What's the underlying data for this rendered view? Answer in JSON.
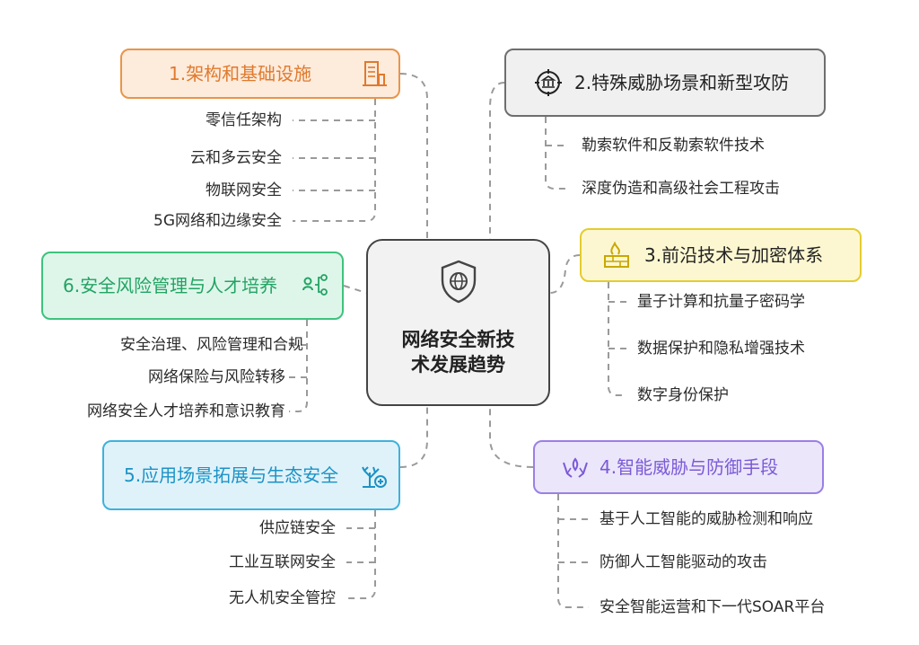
{
  "center": {
    "title": "网络安全新技术发展趋势",
    "icon": "shield-globe-icon"
  },
  "branches": [
    {
      "id": "b1",
      "label": "1.架构和基础设施",
      "icon": "building-icon",
      "color": "#e8954a",
      "fill": "#fdebdc",
      "text": "#e07a2c",
      "items": [
        "零信任架构",
        "云和多云安全",
        "物联网安全",
        "5G网络和边缘安全"
      ]
    },
    {
      "id": "b2",
      "label": "2.特殊威胁场景和新型攻防",
      "icon": "bank-target-icon",
      "color": "#6e6e6e",
      "fill": "#f0f0f0",
      "text": "#222222",
      "items": [
        "勒索软件和反勒索软件技术",
        "深度伪造和高级社会工程攻击"
      ]
    },
    {
      "id": "b3",
      "label": "3.前沿技术与加密体系",
      "icon": "flame-brick-icon",
      "color": "#e4cc2e",
      "fill": "#fdf7d1",
      "text": "#222222",
      "items": [
        "量子计算和抗量子密码学",
        "数据保护和隐私增强技术",
        "数字身份保护"
      ]
    },
    {
      "id": "b4",
      "label": "4.智能威胁与防御手段",
      "icon": "hands-plant-icon",
      "color": "#9b7fe6",
      "fill": "#ece6fb",
      "text": "#7a5bd6",
      "items": [
        "基于人工智能的威胁检测和响应",
        "防御人工智能驱动的攻击",
        "安全智能运营和下一代SOAR平台"
      ]
    },
    {
      "id": "b5",
      "label": "5.应用场景拓展与生态安全",
      "icon": "tree-plus-icon",
      "color": "#3fb1dc",
      "fill": "#dff2fa",
      "text": "#1c93c6",
      "items": [
        "供应链安全",
        "工业互联网安全",
        "无人机安全管控"
      ]
    },
    {
      "id": "b6",
      "label": "6.安全风险管理与人才培养",
      "icon": "people-network-icon",
      "color": "#3ec27d",
      "fill": "#def6ea",
      "text": "#23a363",
      "items": [
        "安全治理、风险管理和合规",
        "网络保险与风险转移",
        "网络安全人才培养和意识教育"
      ]
    }
  ]
}
